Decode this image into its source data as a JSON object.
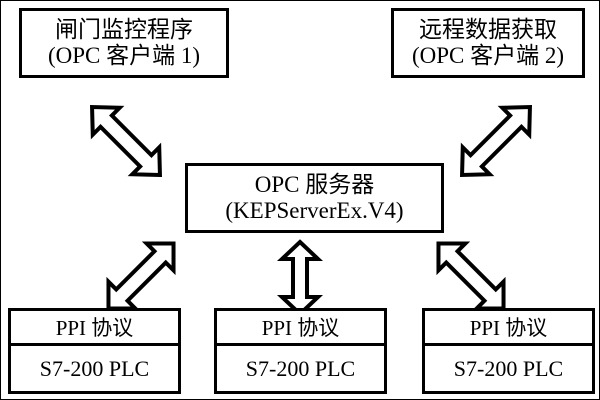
{
  "diagram": {
    "title": "OPC architecture diagram",
    "colors": {
      "stroke": "#000000",
      "fill": "#ffffff"
    },
    "clients": [
      {
        "name": "gate-monitoring-client",
        "line1": "闸门监控程序",
        "line2": "(OPC 客户端 1)"
      },
      {
        "name": "remote-data-client",
        "line1": "远程数据获取",
        "line2": "(OPC 客户端 2)"
      }
    ],
    "server": {
      "line1": "OPC 服务器",
      "line2": "(KEPServerEx.V4)"
    },
    "plcs": [
      {
        "protocol": "PPI 协议",
        "model": "S7-200 PLC"
      },
      {
        "protocol": "PPI 协议",
        "model": "S7-200 PLC"
      },
      {
        "protocol": "PPI 协议",
        "model": "S7-200 PLC"
      }
    ],
    "connectors": [
      {
        "name": "server-to-client-1",
        "style": "double-headed-block-arrow",
        "direction": "diagonal-up-left"
      },
      {
        "name": "server-to-client-2",
        "style": "double-headed-block-arrow",
        "direction": "diagonal-up-right"
      },
      {
        "name": "server-to-plc-1",
        "style": "double-headed-block-arrow",
        "direction": "diagonal-down-left"
      },
      {
        "name": "server-to-plc-2",
        "style": "double-headed-block-arrow",
        "direction": "vertical-down"
      },
      {
        "name": "server-to-plc-3",
        "style": "double-headed-block-arrow",
        "direction": "diagonal-down-right"
      }
    ]
  }
}
